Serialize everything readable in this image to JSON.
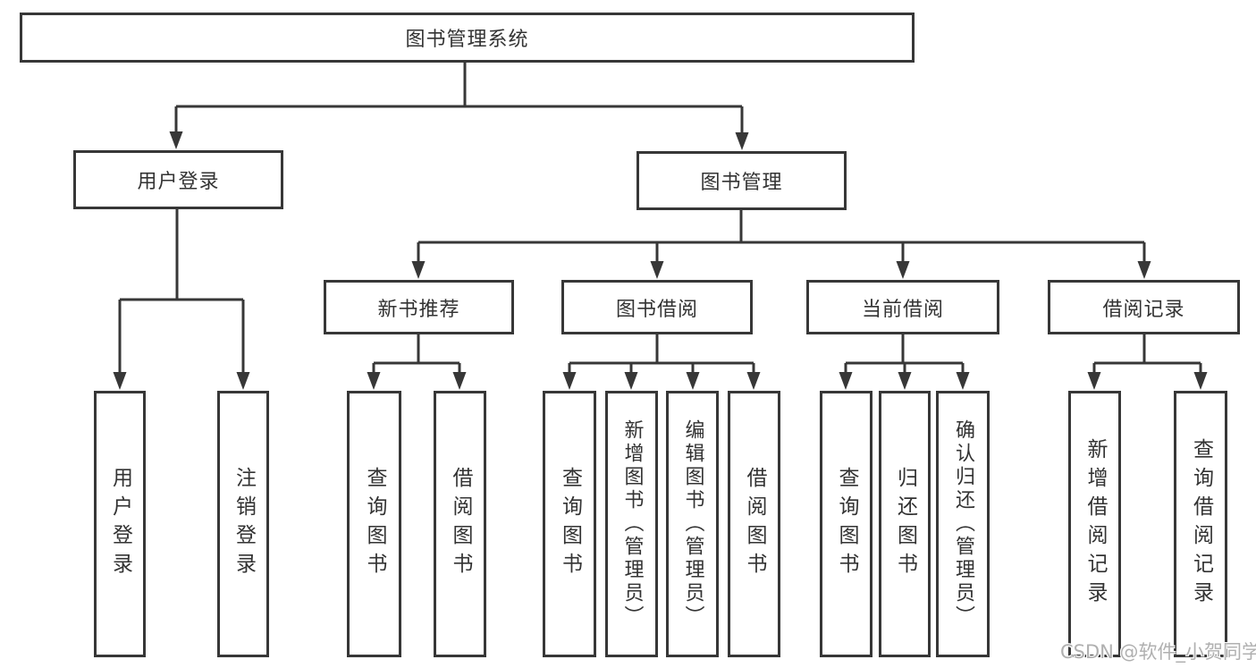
{
  "tree": {
    "label": "图书管理系统",
    "children": [
      {
        "label": "用户登录",
        "children": [
          {
            "label": "用户登录"
          },
          {
            "label": "注销登录"
          }
        ]
      },
      {
        "label": "图书管理",
        "children": [
          {
            "label": "新书推荐",
            "children": [
              {
                "label": "查询图书"
              },
              {
                "label": "借阅图书"
              }
            ]
          },
          {
            "label": "图书借阅",
            "children": [
              {
                "label": "查询图书"
              },
              {
                "label": "新增图书（管理员）"
              },
              {
                "label": "编辑图书（管理员）"
              },
              {
                "label": "借阅图书"
              }
            ]
          },
          {
            "label": "当前借阅",
            "children": [
              {
                "label": "查询图书"
              },
              {
                "label": "归还图书"
              },
              {
                "label": "确认归还（管理员）"
              }
            ]
          },
          {
            "label": "借阅记录",
            "children": [
              {
                "label": "新增借阅记录"
              },
              {
                "label": "查询借阅记录"
              }
            ]
          }
        ]
      }
    ]
  },
  "watermark": {
    "text": "CSDN @软件_小贺同学"
  },
  "colors": {
    "line": "#373737",
    "text": "#333333",
    "watermark": "#b0b0b0",
    "background": "#ffffff"
  }
}
